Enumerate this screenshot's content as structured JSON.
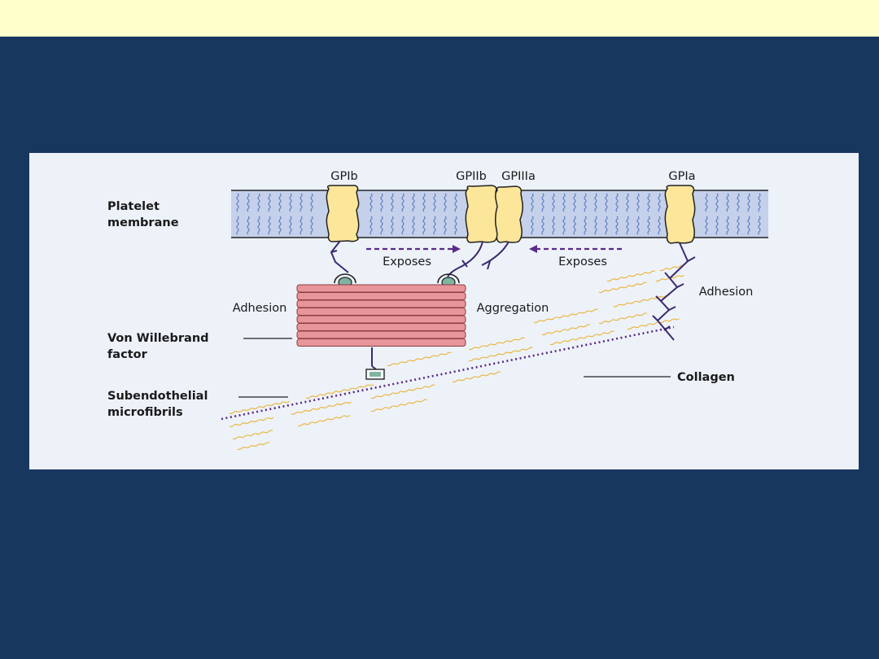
{
  "slide": {
    "top_band_color": "#ffffcc",
    "background_color": "#18375e"
  },
  "diagram": {
    "labels": {
      "platelet_membrane": [
        "Platelet",
        "membrane"
      ],
      "von_willebrand": [
        "Von Willebrand",
        "factor"
      ],
      "subendothelial": [
        "Subendothelial",
        "microfibrils"
      ],
      "collagen": "Collagen",
      "adhesion_left": "Adhesion",
      "adhesion_right": "Adhesion",
      "aggregation": "Aggregation",
      "exposes_left": "Exposes",
      "exposes_right": "Exposes"
    },
    "receptors": {
      "gpib": "GPIb",
      "gpiib": "GPIIb",
      "gpiiia": "GPIIIa",
      "gpia": "GPIa"
    },
    "colors": {
      "membrane": "#c5d0ea",
      "receptor": "#fbe69a",
      "vwf": "#e8959a",
      "collagen": "#e9b740",
      "chain": "#3a2a6e",
      "arrow": "#5b2a86",
      "binding_site": "#7fb5a0"
    }
  }
}
